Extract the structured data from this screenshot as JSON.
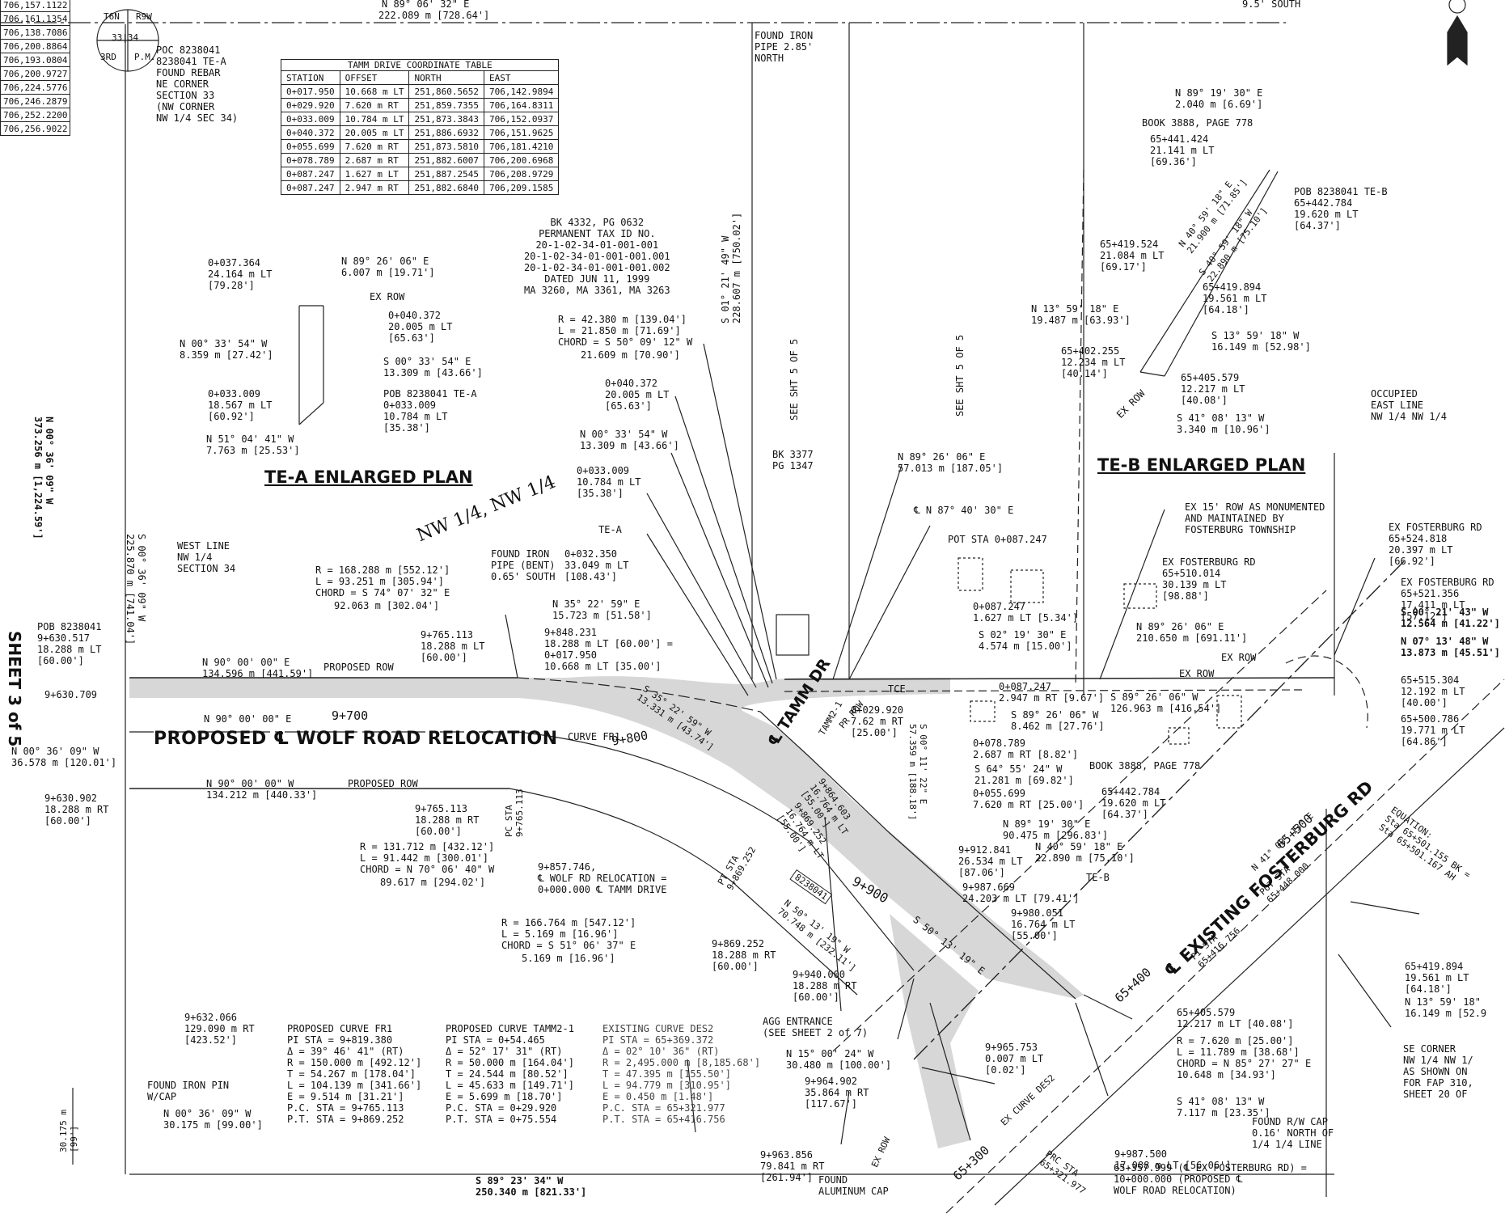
{
  "colors": {
    "line": "#222222",
    "row_fill": "#d7d7d7",
    "paper": "#ffffff"
  },
  "left_table": [
    "706,157.1122",
    "706,161.1354",
    "706,138.7086",
    "706,200.8864",
    "706,193.0804",
    "706,200.9727",
    "706,224.5776",
    "706,246.2879",
    "706,252.2200",
    "706,256.9022"
  ],
  "top_labels": {
    "north_bearing": "N 89° 06' 32\" E",
    "north_dist": "222.089 m [728.64']",
    "south_note": "9.5' SOUTH"
  },
  "section_seal": {
    "t": "T6N",
    "r": "R9W",
    "sec": "33|34",
    "third": "3RD",
    "pm": "P.M."
  },
  "poc": "POC 8238041\n8238041 TE-A\nFOUND REBAR\nNE CORNER\nSECTION 33\n(NW CORNER\nNW 1/4 SEC 34)",
  "found_iron_top": "FOUND IRON\nPIPE 2.85'\nNORTH",
  "coord_table": {
    "caption": "TAMM DRIVE COORDINATE TABLE",
    "headers": [
      "STATION",
      "OFFSET",
      "NORTH",
      "EAST"
    ],
    "rows": [
      [
        "0+017.950",
        "10.668 m LT",
        "251,860.5652",
        "706,142.9894"
      ],
      [
        "0+029.920",
        "7.620 m RT",
        "251,859.7355",
        "706,164.8311"
      ],
      [
        "0+033.009",
        "10.784 m LT",
        "251,873.3843",
        "706,152.0937"
      ],
      [
        "0+040.372",
        "20.005 m LT",
        "251,886.6932",
        "706,151.9625"
      ],
      [
        "0+055.699",
        "7.620 m RT",
        "251,873.5810",
        "706,181.4210"
      ],
      [
        "0+078.789",
        "2.687 m RT",
        "251,882.6007",
        "706,200.6968"
      ],
      [
        "0+087.247",
        "1.627 m LT",
        "251,887.2545",
        "706,208.9729"
      ],
      [
        "0+087.247",
        "2.947 m RT",
        "251,882.6840",
        "706,209.1585"
      ]
    ]
  },
  "bk_block": "BK 4332, PG 0632\nPERMANENT TAX ID NO.\n20-1-02-34-01-001-001\n20-1-02-34-01-001-001.001\n20-1-02-34-01-001-001.002\nDATED JUN 11, 1999\nMA 3260, MA 3361, MA 3263",
  "curve_a": {
    "r": "R = 42.380 m [139.04']",
    "l": "L = 21.850 m [71.69']",
    "c": "CHORD = S 50° 09' 12\" W",
    "d": "21.609 m [70.90']"
  },
  "s01": "S 01° 21' 49\" W\n228.607 m [750.02']",
  "see_sht": "SEE SHT 5 OF 5",
  "tea": {
    "title": "TE-A ENLARGED PLAN",
    "a1": "0+037.364\n24.164 m LT\n[79.28']",
    "a2": "N 89° 26' 06\" E\n6.007 m [19.71']",
    "a3": "EX ROW",
    "a4": "0+040.372\n20.005 m LT\n[65.63']",
    "a5": "N 00° 33' 54\" W\n8.359 m [27.42']",
    "a6": "S 00° 33' 54\" E\n13.309 m [43.66']",
    "a7": "0+033.009\n18.567 m LT\n[60.92']",
    "a8": "POB 8238041 TE-A\n0+033.009\n10.784 m LT\n[35.38']",
    "a9": "N 51° 04' 41\" W\n7.763 m [25.53']"
  },
  "teb": {
    "title": "TE-B ENLARGED PLAN",
    "b1": "N 89° 19' 30\" E\n2.040 m [6.69']",
    "b2": "BOOK 3888, PAGE 778",
    "b3": "65+441.424\n21.141 m LT\n[69.36']",
    "b4": "POB 8238041 TE-B\n65+442.784\n19.620 m LT\n[64.37']",
    "b5": "65+419.524\n21.084 m LT\n[69.17']",
    "b6": "65+419.894\n19.561 m LT\n[64.18']",
    "b7": "N 13° 59' 18\" E\n19.487 m [63.93']",
    "b8": "S 13° 59' 18\" W\n16.149 m [52.98']",
    "b9": "65+402.255\n12.234 m LT\n[40.14']",
    "b10": "65+405.579\n12.217 m LT\n[40.08']",
    "b11": "S 41° 08' 13\" W\n3.340 m [10.96']",
    "b12": "OCCUPIED\nEAST LINE\nNW 1/4 NW 1/4",
    "b13": "N 40° 59' 18\" E\n21.900 m [71.85']",
    "b14": "S 40° 59' 18\" W\n22.890 m [75.10']",
    "b15": "EX ROW"
  },
  "west_side": {
    "s00": "S 00° 36' 09\" W\n225.870 m [741.04']",
    "n00": "N 00° 36' 09\" W\n373.256 m [1,224.59']",
    "west_line": "WEST LINE\nNW 1/4\nSECTION 34",
    "sheet": "SHEET 3 of 5"
  },
  "nw": "NW 1/4, NW 1/4",
  "bk3377": "BK 3377\nPG 1347",
  "n89_57": "N 89° 26' 06\" E\n57.013 m [187.05']",
  "cl_n87": "℄ N 87° 40' 30\" E",
  "pot_sta": "POT STA 0+087.247",
  "curve_b": {
    "r": "R = 168.288 m [552.12']",
    "l": "L = 93.251 m [305.94']",
    "c": "CHORD = S 74° 07' 32\" E",
    "d": "92.063 m [302.04']"
  },
  "found_iron_bent": "FOUND IRON\nPIPE (BENT)\n0.65' SOUTH",
  "sta_0032": "0+032.350\n33.049 m LT\n[108.43']",
  "tea_label": "TE-A",
  "r_0040": "0+040.372\n20.005 m LT\n[65.63']",
  "r_n00": "N 00° 33' 54\" W\n13.309 m [43.66']",
  "r_0033": "0+033.009\n10.784 m LT\n[35.38']",
  "n35": "N 35° 22' 59\" E\n15.723 m [51.58']",
  "eq848": "9+848.231\n18.288 m LT [60.00'] =\n0+017.950\n10.668 m LT [35.00']",
  "pob": "POB 8238041\n9+630.517\n18.288 m LT\n[60.00']",
  "s765a": "9+765.113\n18.288 m LT\n[60.00']",
  "n90_top": "N 90° 00' 00\" E\n134.596 m [441.59']",
  "proposed_row": "PROPOSED ROW",
  "sta9630709": "9+630.709",
  "n90_c": "N 90° 00' 00\" E",
  "sta9700": "9+700",
  "road_main": "PROPOSED ℄ WOLF ROAD RELOCATION",
  "n00_3657": "N 00° 36' 09\" W\n36.578 m [120.01']",
  "curve_fr1": "CURVE FR1",
  "sta9800": "9+800",
  "n90_bot": "N 90° 00' 00\" W\n134.212 m [440.33']",
  "proposed_row2": "PROPOSED ROW",
  "sta9630902": "9+630.902\n18.288 m RT\n[60.00']",
  "s765b": "9+765.113\n18.288 m RT\n[60.00']",
  "pc_sta": "PC STA\n9+765.113",
  "curve_c": {
    "r": "R = 131.712 m [432.12']",
    "l": "L = 91.442 m [300.01']",
    "c": "CHORD = N 70° 06' 40\" W",
    "d": "89.617 m [294.02']"
  },
  "eq857": "9+857.746,\n℄ WOLF RD RELOCATION =\n0+000.000 ℄ TAMM DRIVE",
  "curve_d": {
    "r": "R = 166.764 m [547.12']",
    "l": "L = 5.169 m [16.96']",
    "c": "CHORD = S 51° 06' 37\" E",
    "d": "5.169 m [16.96']"
  },
  "s35": "S 35° 22' 59\" W\n13.331 m [43.74']",
  "tamm": "℄ TAMM DR",
  "tamm2": "TAMM2-1",
  "pr_row": "PR ROW",
  "s029": "0+029.920\n7.62 m RT\n[25.00']",
  "s087a": "0+087.247\n1.627 m LT [5.34']",
  "s02": "S 02° 19' 30\" E\n4.574 m [15.00']",
  "s087b": "0+087.247\n2.947 m RT [9.67']",
  "s89a": "S 89° 26' 06\" W\n8.462 m [27.76']",
  "s078": "0+078.789\n2.687 m RT [8.82']",
  "s64": "S 64° 55' 24\" W\n21.281 m [69.82']",
  "s055": "0+055.699\n7.620 m RT [25.00']",
  "s00_11": "S 00° 11' 22\" E\n57.359 m [188.18']",
  "n89_90": "N 89° 19' 30\" E\n90.475 m [296.83']",
  "s912": "9+912.841\n26.534 m LT\n[87.06']",
  "n40": "N 40° 59' 18\" E\n22.890 m [75.10']",
  "teb_lbl": "TE-B",
  "s987": "9+987.669\n24.203 m LT [79.41']",
  "s980": "9+980.051\n16.764 m LT\n[55.00']",
  "s864": "9+864.603\n16.764 m LT\n[55.00']",
  "s869b": "9+869.252\n16.764 m LT\n[55.00']",
  "sta9900": "9+900",
  "tag": "8238041",
  "ex15": "EX 15' ROW AS MONUMENTED\nAND MAINTAINED BY\nFOSTERBURG TOWNSHIP",
  "exf1": "EX FOSTERBURG RD\n65+510.014\n30.139 m LT\n[98.88']",
  "n89_210": "N 89° 26' 06\" E\n210.650 m [691.11']",
  "exrow": "EX ROW",
  "s89_126": "S 89° 26' 06\" W\n126.963 m [416.54']",
  "book778": "BOOK 3888, PAGE 778",
  "s442": "65+442.784\n19.620 m LT\n[64.37']",
  "exf2": "EX FOSTERBURG RD\n65+524.818\n20.397 m LT\n[66.92']",
  "exf3": "EX FOSTERBURG RD\n65+521.356\n17.411 m LT\n[57.12']",
  "s00_21": "S 00° 21' 43\" W\n12.564 m [41.22']",
  "n07": "N 07° 13' 48\" W\n13.873 m [45.51']",
  "s515": "65+515.304\n12.192 m LT\n[40.00']",
  "s500": "65+500.786\n19.771 m LT\n[64.86']",
  "equation": "EQUATION:\nSta 65+501.155 BK =\nSta 65+501.167 AH",
  "s419": "65+419.894\n19.561 m LT\n[64.18']",
  "n13": "N 13° 59' 18\"\n16.149 m [52.9",
  "se_corner": "SE CORNER\nNW 1/4 NW 1/\nAS SHOWN ON\nFOR FAP 310,\nSHEET 20 OF",
  "fosterburg": "℄ EXISTING FOSTERBURG RD",
  "pt_sta": "PT STA\n9+869.252",
  "n50": "N 50° 13' 19\" W\n70.748 m [232.11']",
  "s50": "S 50° 13' 19\" E",
  "s869": "9+869.252\n18.288 m RT\n[60.00']",
  "s940": "9+940.000\n18.288 m RT\n[60.00']",
  "agg": "AGG ENTRANCE\n(SEE SHEET 2 of 7)",
  "n15": "N 15° 00' 24\" W\n30.480 m [100.00']",
  "s964": "9+964.902\n35.864 m RT\n[117.67']",
  "s965": "9+965.753\n0.007 m LT\n[0.02']",
  "s963": "9+963.856\n79.841 m RT\n[261.94']",
  "s987b": "9+987.500\n17.088 m LT [56.06']",
  "s405": "65+405.579\n12.217 m LT [40.08']",
  "curve_e": "R = 7.620 m [25.00']\nL = 11.789 m [38.68']\nCHORD = N 85° 27' 27\" E\n10.648 m [34.93']",
  "s41": "S 41° 08' 13\" W\n7.117 m [23.35']",
  "found_rw": "FOUND R/W CAP\n0.16' NORTH OF\n1/4 1/4 LINE",
  "s632": "9+632.066\n129.090 m RT\n[423.52']",
  "found_pin": "FOUND IRON PIN\nW/CAP",
  "n00_30": "N 00° 36' 09\" W\n30.175 m [99.00']",
  "dim99": "30.175 m\n[99']",
  "pcfr1": "PROPOSED CURVE FR1\nPI STA = 9+819.380\nΔ = 39° 46' 41\" (RT)\nR = 150.000 m [492.12']\nT = 54.267 m [178.04']\nL = 104.139 m [341.66']\nE = 9.514 m [31.21']\nP.C. STA = 9+765.113\nP.T. STA = 9+869.252",
  "pctamm": "PROPOSED CURVE TAMM2-1\nPI STA = 0+54.465\nΔ = 52° 17' 31\" (RT)\nR = 50.000 m [164.04']\nT = 24.544 m [80.52']\nL = 45.633 m [149.71']\nE = 5.699 m [18.70']\nP.C. STA = 0+29.920\nP.T. STA = 0+75.554",
  "exdes2": "EXISTING CURVE DES2\nPI STA = 65+369.372\nΔ = 02° 10' 36\" (RT)\nR = 2,495.000 m [8,185.68']\nT = 47.395 m [155.50']\nL = 94.779 m [310.95']\nE = 0.450 m [1.48']\nP.C. STA = 65+321.977\nP.T. STA = 65+416.756",
  "s89_250": "S 89° 23' 34\" W\n250.340 m [821.33']",
  "found_al": "FOUND\nALUMINUM CAP",
  "s357": "65+357.999 (℄ EX FOSTERBURG RD) =\n10+000.000 (PROPOSED ℄\nWOLF ROAD RELOCATION)",
  "prc": "PRC STA\n65+321.977",
  "sta65300": "65+300",
  "ex_des2": "EX CURVE DES2",
  "pot_sta2": "POT STA\n65+448.000",
  "pi_sta": "PI STA\n65+416.756",
  "sta65400": "65+400",
  "sta65500": "65+500",
  "n41": "N 41° 08' 13\" E",
  "exrow2": "EX ROW",
  "tce": "TCE"
}
